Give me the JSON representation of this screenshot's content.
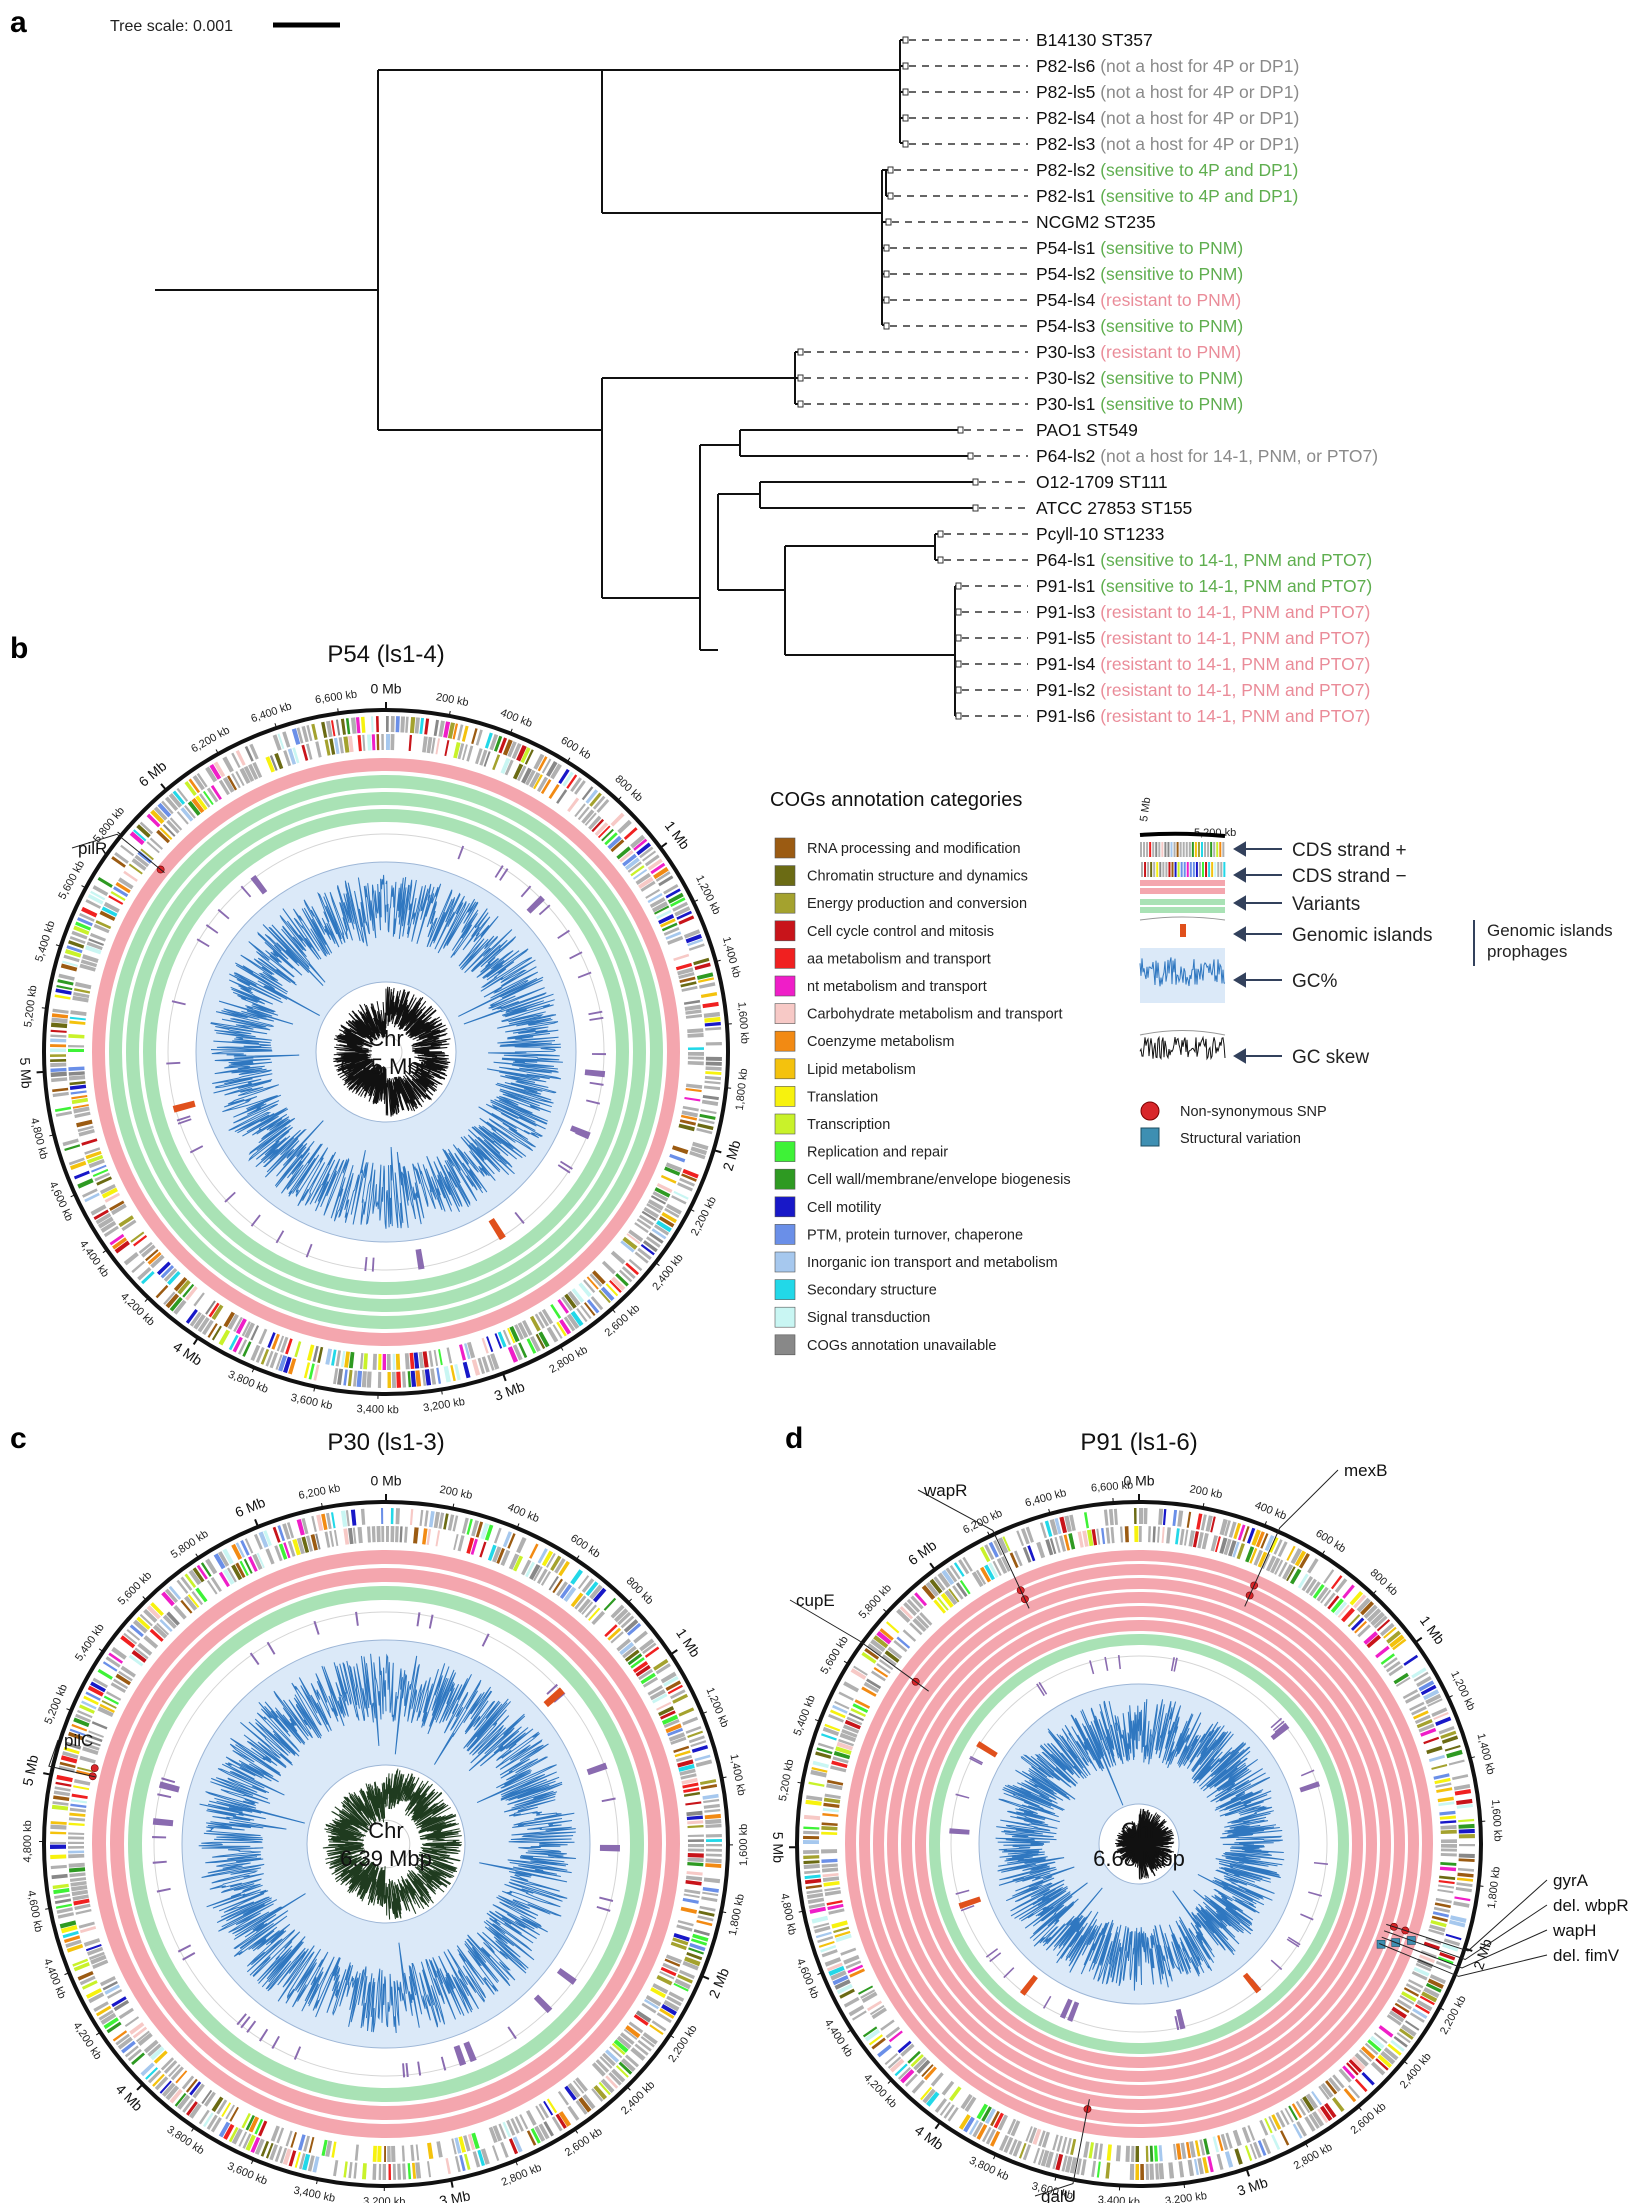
{
  "panels": {
    "a": "a",
    "b": "b",
    "c": "c",
    "d": "d"
  },
  "tree": {
    "scale_label": "Tree scale: 0.001",
    "leaves": [
      {
        "id": "B14130 ST357",
        "note": "",
        "cls": "none"
      },
      {
        "id": "P82-ls6",
        "note": "(not a host for 4P or DP1)",
        "cls": "gray"
      },
      {
        "id": "P82-ls5",
        "note": "(not a host for 4P or DP1)",
        "cls": "gray"
      },
      {
        "id": "P82-ls4",
        "note": "(not a host for 4P or DP1)",
        "cls": "gray"
      },
      {
        "id": "P82-ls3",
        "note": "(not a host for 4P or DP1)",
        "cls": "gray"
      },
      {
        "id": "P82-ls2",
        "note": "(sensitive to 4P and DP1)",
        "cls": "green"
      },
      {
        "id": "P82-ls1",
        "note": "(sensitive to 4P and DP1)",
        "cls": "green"
      },
      {
        "id": "NCGM2 ST235",
        "note": "",
        "cls": "none"
      },
      {
        "id": "P54-ls1",
        "note": "(sensitive to PNM)",
        "cls": "green"
      },
      {
        "id": "P54-ls2",
        "note": "(sensitive to PNM)",
        "cls": "green"
      },
      {
        "id": "P54-ls4",
        "note": "(resistant to PNM)",
        "cls": "pink"
      },
      {
        "id": "P54-ls3",
        "note": "(sensitive to PNM)",
        "cls": "green"
      },
      {
        "id": "P30-ls3",
        "note": "(resistant to PNM)",
        "cls": "pink"
      },
      {
        "id": "P30-ls2",
        "note": "(sensitive to PNM)",
        "cls": "green"
      },
      {
        "id": "P30-ls1",
        "note": "(sensitive to PNM)",
        "cls": "green"
      },
      {
        "id": "PAO1 ST549",
        "note": "",
        "cls": "none"
      },
      {
        "id": "P64-ls2",
        "note": "(not a host for 14-1, PNM, or PTO7)",
        "cls": "gray"
      },
      {
        "id": "O12-1709 ST111",
        "note": "",
        "cls": "none"
      },
      {
        "id": "ATCC 27853 ST155",
        "note": "",
        "cls": "none"
      },
      {
        "id": "Pcyll-10 ST1233",
        "note": "",
        "cls": "none"
      },
      {
        "id": "P64-ls1",
        "note": "(sensitive to 14-1, PNM and PTO7)",
        "cls": "green"
      },
      {
        "id": "P91-ls1",
        "note": "(sensitive to 14-1, PNM and PTO7)",
        "cls": "green"
      },
      {
        "id": "P91-ls3",
        "note": "(resistant to 14-1, PNM and PTO7)",
        "cls": "pink"
      },
      {
        "id": "P91-ls5",
        "note": "(resistant to 14-1, PNM and PTO7)",
        "cls": "pink"
      },
      {
        "id": "P91-ls4",
        "note": "(resistant to 14-1, PNM and PTO7)",
        "cls": "pink"
      },
      {
        "id": "P91-ls2",
        "note": "(resistant to 14-1, PNM and PTO7)",
        "cls": "pink"
      },
      {
        "id": "P91-ls6",
        "note": "(resistant to 14-1, PNM and PTO7)",
        "cls": "pink"
      }
    ]
  },
  "colors": {
    "gray": "#8a8a8a",
    "green": "#5fae4f",
    "pink": "#ea8c99",
    "none": "#222222",
    "variant_pink": "#f4a6ae",
    "variant_green": "#a9e2b5",
    "gc_blue": "#2f77c0",
    "gc_bg": "#dbe9f8",
    "island": "#e0501c",
    "prophage": "#8a6bb0",
    "snp": "#d8262a",
    "sv": "#3e8fb2"
  },
  "plots": {
    "b": {
      "title": "P54 (ls1-4)",
      "chr": "Chr",
      "size": "6.75 Mbp",
      "mb_labels": [
        "0 Mb",
        "1 Mb",
        "2 Mb",
        "3 Mb",
        "4 Mb",
        "5 Mb",
        "6 Mb"
      ],
      "kb_labels": [
        "200 kb",
        "400 kb",
        "600 kb",
        "800 kb",
        "1,200 kb",
        "1,400 kb",
        "1,600 kb",
        "1,800 kb",
        "2,200 kb",
        "2,400 kb",
        "2,600 kb",
        "2,800 kb",
        "3,200 kb",
        "3,400 kb",
        "3,600 kb",
        "3,800 kb",
        "4,200 kb",
        "4,400 kb",
        "4,600 kb",
        "4,800 kb",
        "5,200 kb",
        "5,400 kb",
        "5,600 kb",
        "5,800 kb",
        "6,200 kb",
        "6,400 kb",
        "6,600 kb"
      ],
      "variant_rings": [
        "pink",
        "green",
        "green",
        "green"
      ],
      "genes": [
        {
          "name": "pilR"
        }
      ],
      "total_mb": 6.75
    },
    "c": {
      "title": "P30 (ls1-3)",
      "chr": "Chr",
      "size": "6.39 Mbp",
      "mb_labels": [
        "0 Mb",
        "1 Mb",
        "2 Mb",
        "3 Mb",
        "4 Mb",
        "5 Mb",
        "6 Mb"
      ],
      "kb_labels": [
        "200 kb",
        "400 kb",
        "600 kb",
        "800 kb",
        "1,200 kb",
        "1,400 kb",
        "1,600 kb",
        "1,800 kb",
        "2,200 kb",
        "2,400 kb",
        "2,600 kb",
        "2,800 kb",
        "3,200 kb",
        "3,400 kb",
        "3,600 kb",
        "3,800 kb",
        "4,200 kb",
        "4,400 kb",
        "4,600 kb",
        "4,800 kb",
        "5,200 kb",
        "5,400 kb",
        "5,600 kb",
        "5,800 kb",
        "6,200 kb"
      ],
      "variant_rings": [
        "pink",
        "pink",
        "green"
      ],
      "genes": [
        {
          "name": "pilC"
        }
      ],
      "total_mb": 6.39
    },
    "d": {
      "title": "P91 (ls1-6)",
      "chr": "Chr",
      "size": "6.68 Mbp",
      "mb_labels": [
        "0 Mb",
        "1 Mb",
        "2 Mb",
        "3 Mb",
        "4 Mb",
        "5 Mb",
        "6 Mb"
      ],
      "kb_labels": [
        "200 kb",
        "400 kb",
        "600 kb",
        "800 kb",
        "1,200 kb",
        "1,400 kb",
        "1,600 kb",
        "1,800 kb",
        "2,200 kb",
        "2,400 kb",
        "2,600 kb",
        "2,800 kb",
        "3,200 kb",
        "3,400 kb",
        "3,600 kb",
        "3,800 kb",
        "4,200 kb",
        "4,400 kb",
        "4,600 kb",
        "4,800 kb",
        "5,200 kb",
        "5,400 kb",
        "5,600 kb",
        "5,800 kb",
        "6,200 kb",
        "6,400 kb",
        "6,600 kb"
      ],
      "variant_rings": [
        "pink",
        "pink",
        "pink",
        "pink",
        "pink",
        "pink",
        "green"
      ],
      "genes": [
        {
          "name": "wapR"
        },
        {
          "name": "mexB"
        },
        {
          "name": "cupE"
        },
        {
          "name": "gyrA"
        },
        {
          "name": "del. wbpR"
        },
        {
          "name": "wapH"
        },
        {
          "name": "del. fimV"
        },
        {
          "name": "galU"
        }
      ],
      "total_mb": 6.68
    }
  },
  "cog_legend": {
    "title": "COGs annotation categories",
    "items": [
      {
        "label": "RNA processing and modification",
        "color": "#9b5b12"
      },
      {
        "label": "Chromatin structure and dynamics",
        "color": "#6b6b14"
      },
      {
        "label": "Energy production and conversion",
        "color": "#a4a22e"
      },
      {
        "label": "Cell cycle control and mitosis",
        "color": "#c8141a"
      },
      {
        "label": "aa metabolism and transport",
        "color": "#f02020"
      },
      {
        "label": "nt metabolism and transport",
        "color": "#ef1ec8"
      },
      {
        "label": "Carbohydrate metabolism and transport",
        "color": "#f7c9c6"
      },
      {
        "label": "Coenzyme metabolism",
        "color": "#f28a13"
      },
      {
        "label": "Lipid metabolism",
        "color": "#f4c20d"
      },
      {
        "label": "Translation",
        "color": "#f7f20e"
      },
      {
        "label": "Transcription",
        "color": "#c9f22a"
      },
      {
        "label": "Replication and repair",
        "color": "#3ef237"
      },
      {
        "label": "Cell wall/membrane/envelope biogenesis",
        "color": "#2e9a22"
      },
      {
        "label": "Cell motility",
        "color": "#1818c8"
      },
      {
        "label": "PTM, protein turnover, chaperone",
        "color": "#6a8fe8"
      },
      {
        "label": "Inorganic ion transport and metabolism",
        "color": "#a6c8ee"
      },
      {
        "label": "Secondary structure",
        "color": "#22d8e8"
      },
      {
        "label": "Signal transduction",
        "color": "#c9f6f3"
      },
      {
        "label": "COGs annotation unavailable",
        "color": "#888888"
      }
    ]
  },
  "track_legend": {
    "mini_5mb": "5 Mb",
    "mini_kb": "5,200 kb",
    "cds_plus": "CDS strand +",
    "cds_minus": "CDS strand −",
    "variants": "Variants",
    "islands": "Genomic islands",
    "gcpct": "GC%",
    "gcskew": "GC skew",
    "bracket_1": "Genomic islands",
    "bracket_2": "prophages",
    "snp": "Non-synonymous SNP",
    "sv": "Structural variation"
  }
}
